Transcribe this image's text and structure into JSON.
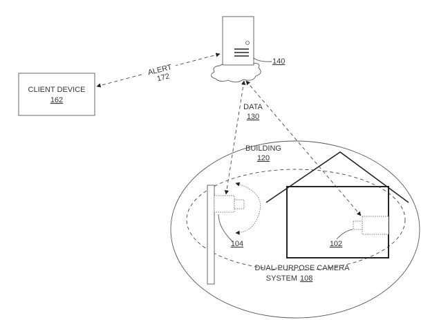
{
  "figure": {
    "client_device": {
      "label": "CLIENT DEVICE",
      "ref": "162"
    },
    "server": {
      "ref": "140"
    },
    "alert": {
      "label": "ALERT",
      "ref": "172"
    },
    "data": {
      "label": "DATA",
      "ref": "130"
    },
    "building": {
      "label": "BUILDING",
      "ref": "120"
    },
    "camera_outdoor": {
      "ref": "104"
    },
    "camera_indoor": {
      "ref": "102"
    },
    "camera_system": {
      "label_line1": "DUAL-PURPOSE CAMERA",
      "label_line2": "SYSTEM",
      "ref": "108"
    }
  }
}
